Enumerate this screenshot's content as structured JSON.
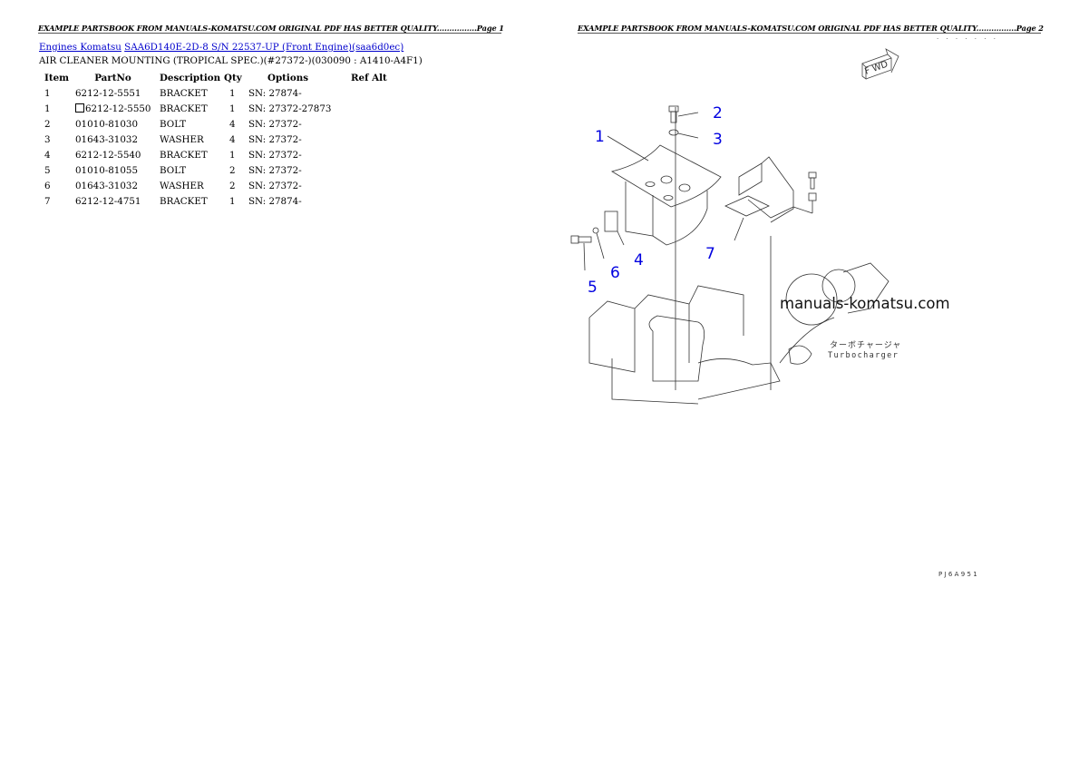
{
  "header": {
    "left_page": "EXAMPLE PARTSBOOK FROM MANUALS-KOMATSU.COM ORIGINAL PDF HAS BETTER QUALITY................Page 1",
    "right_page": "EXAMPLE PARTSBOOK FROM MANUALS-KOMATSU.COM ORIGINAL PDF HAS BETTER QUALITY................Page 2"
  },
  "breadcrumb": {
    "category_link": "Engines Komatsu",
    "model_link": "SAA6D140E-2D-8 S/N 22537-UP (Front Engine)(saa6d0ec)"
  },
  "subtitle": "AIR CLEANER MOUNTING (TROPICAL SPEC.)(#27372-)(030090 : A1410-A4F1)",
  "table": {
    "columns": [
      "Item",
      "PartNo",
      "Description",
      "Qty",
      "Options",
      "Ref Alt"
    ],
    "rows": [
      {
        "item": "1",
        "partno": "6212-12-5551",
        "boxed": false,
        "description": "BRACKET",
        "qty": "1",
        "options": "SN: 27874-",
        "ref_alt": ""
      },
      {
        "item": "1",
        "partno": "6212-12-5550",
        "boxed": true,
        "description": "BRACKET",
        "qty": "1",
        "options": "SN: 27372-27873",
        "ref_alt": ""
      },
      {
        "item": "2",
        "partno": "01010-81030",
        "boxed": false,
        "description": "BOLT",
        "qty": "4",
        "options": "SN: 27372-",
        "ref_alt": ""
      },
      {
        "item": "3",
        "partno": "01643-31032",
        "boxed": false,
        "description": "WASHER",
        "qty": "4",
        "options": "SN: 27372-",
        "ref_alt": ""
      },
      {
        "item": "4",
        "partno": "6212-12-5540",
        "boxed": false,
        "description": "BRACKET",
        "qty": "1",
        "options": "SN: 27372-",
        "ref_alt": ""
      },
      {
        "item": "5",
        "partno": "01010-81055",
        "boxed": false,
        "description": "BOLT",
        "qty": "2",
        "options": "SN: 27372-",
        "ref_alt": ""
      },
      {
        "item": "6",
        "partno": "01643-31032",
        "boxed": false,
        "description": "WASHER",
        "qty": "2",
        "options": "SN: 27372-",
        "ref_alt": ""
      },
      {
        "item": "7",
        "partno": "6212-12-4751",
        "boxed": false,
        "description": "BRACKET",
        "qty": "1",
        "options": "SN: 27874-",
        "ref_alt": ""
      }
    ]
  },
  "diagram": {
    "fwd_label": "FWD",
    "callouts": [
      "1",
      "2",
      "3",
      "4",
      "5",
      "6",
      "7"
    ],
    "watermark": "manuals-komatsu.com",
    "turbo_label_jp": "ターボチャージャ",
    "turbo_label_en": "Turbocharger",
    "figure_code": "PJ6A951",
    "top_dots": "· · · · · · ·",
    "callout_color": "#0000e0"
  }
}
